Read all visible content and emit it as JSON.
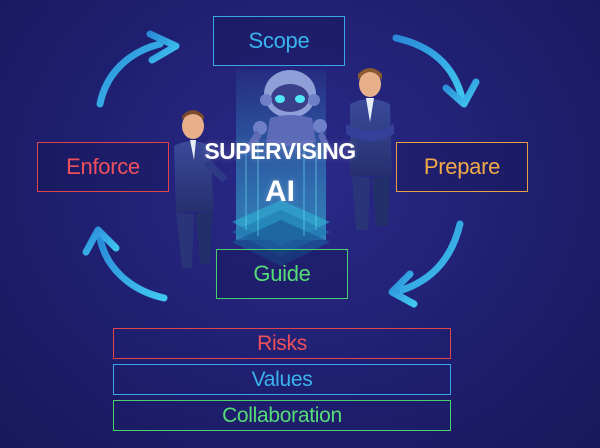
{
  "cycle": {
    "scope": "Scope",
    "prepare": "Prepare",
    "guide": "Guide",
    "enforce": "Enforce"
  },
  "center": {
    "line1": "SUPERVISING",
    "line2": "AI"
  },
  "pillars": [
    "Risks",
    "Values",
    "Collaboration"
  ],
  "colors": {
    "background": "#1f1f70",
    "blue": "#3ab4ee",
    "red": "#f0505a",
    "orange": "#f2aa48",
    "green": "#56dc76"
  }
}
